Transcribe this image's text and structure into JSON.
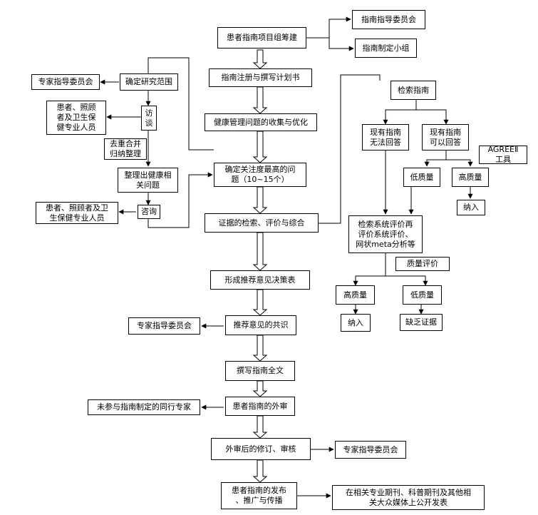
{
  "nodes": {
    "project_team": "患者指南项目组筹建",
    "guideline_committee_top": "指南指导委员会",
    "guideline_working_group": "指南制定小组",
    "register_plan": "指南注册与撰写计划书",
    "collect_optimize": "健康管理问题的收集与优化",
    "determine_questions": "确定关注度最高的问\n题（10~15个）",
    "evidence_synthesis": "证据的检索、评价与综合",
    "form_recommendation_table": "形成推荐意见决策表",
    "recommendation_consensus": "推荐意见的共识",
    "write_fulltext": "撰写指南全文",
    "external_review": "患者指南的外审",
    "revision_audit": "外审后的修订、审核",
    "publish_promote": "患者指南的发布\n、推广与传播",
    "expert_committee_left": "专家指导委员会",
    "determine_scope": "确定研究范围",
    "stakeholders_1": "患者、照顾\n者及卫生保\n健专业人员",
    "interview": "访\n谈",
    "dedup_label": "去重合并\n归纳整理",
    "summarize_issues": "整理出健康相\n关问题",
    "stakeholders_2": "患者、照顾者及卫\n生保健专业人员",
    "consult": "咨询",
    "search_guidelines": "检索指南",
    "existing_cannot": "现有指南\n无法回答",
    "existing_can": "现有指南\n可以回答",
    "agree_tool": "AGREEⅡ\n工具",
    "low_quality_1": "低质量",
    "high_quality_1": "高质量",
    "include_1": "纳入",
    "search_systematic": "检索系统评价再\n评价系统评价、\n网状meta分析等",
    "quality_assessment": "质量评价",
    "high_quality_2": "高质量",
    "low_quality_2": "低质量",
    "include_2": "纳入",
    "lack_evidence": "缺乏证据",
    "expert_committee_consensus": "专家指导委员会",
    "peer_experts": "未参与指南制定的同行专家",
    "expert_committee_revision": "专家指导委员会",
    "publish_channels": "在相关专业期刊、科普期刊及其他相\n关大众媒体上公开发表"
  }
}
